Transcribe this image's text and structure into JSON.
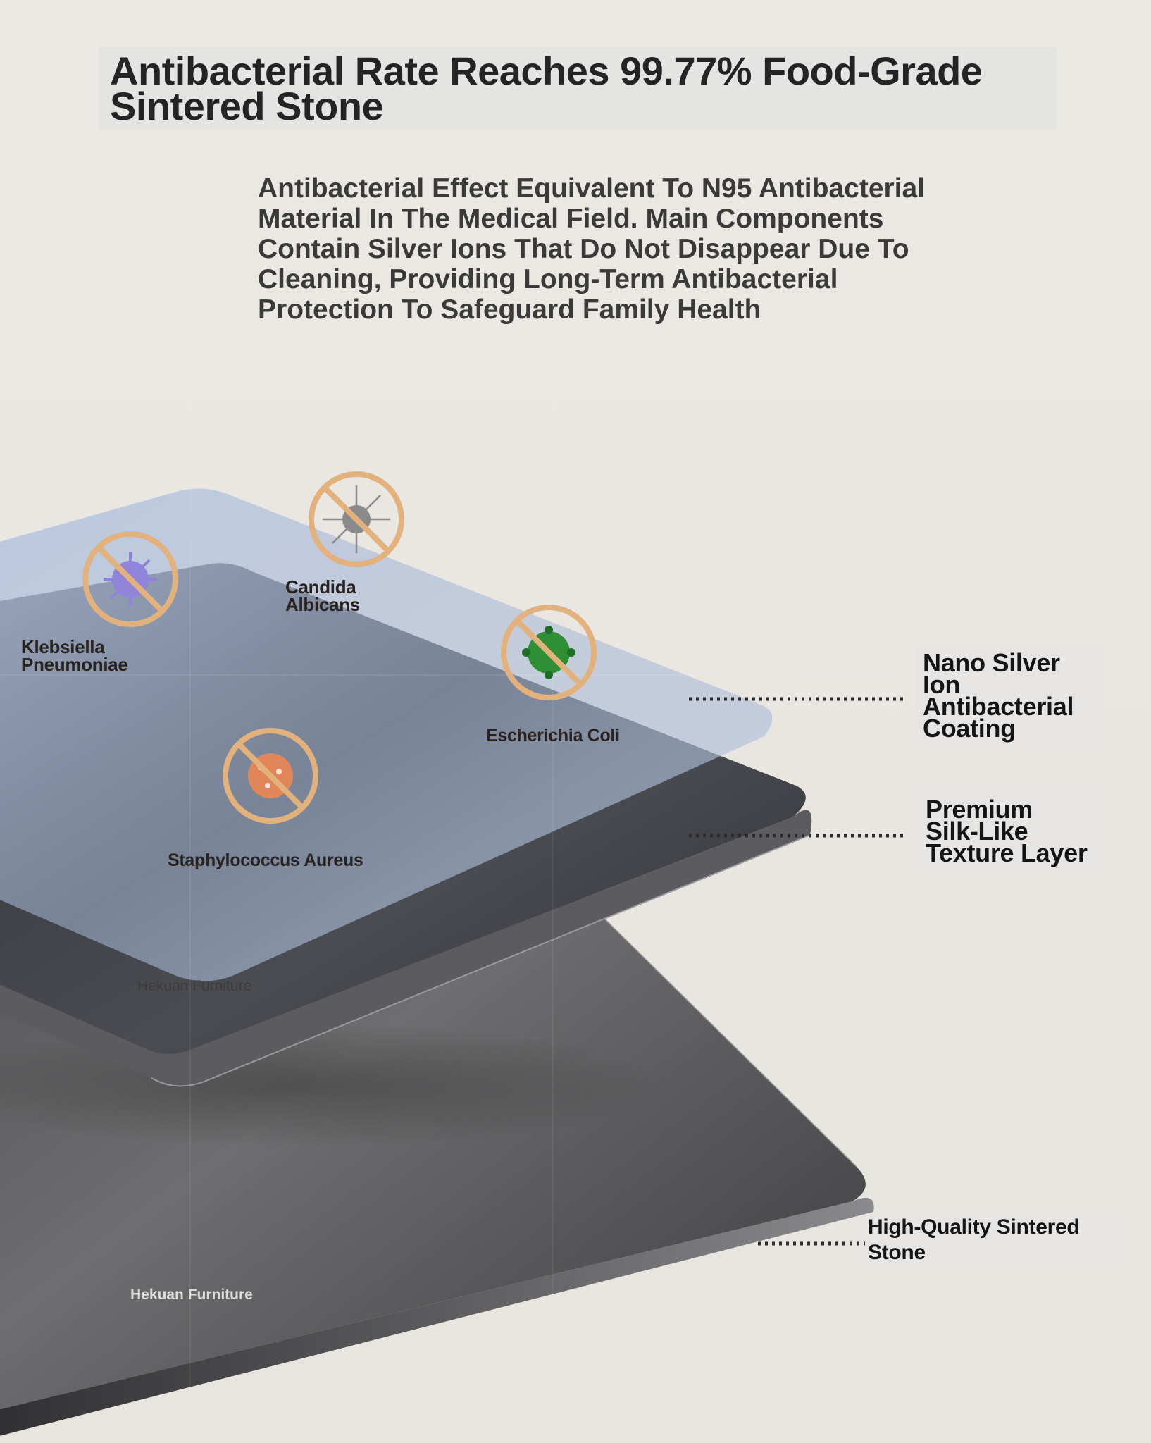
{
  "header": {
    "title_line1": "Antibacterial Rate Reaches 99.77% Food-Grade",
    "title_line2": "Sintered Stone"
  },
  "description": {
    "lines": [
      "Antibacterial Effect Equivalent To N95 Antibacterial",
      "Material In The Medical Field. Main Components",
      "Contain Silver Ions That Do Not Disappear Due To",
      "Cleaning, Providing Long-Term Antibacterial",
      "Protection To Safeguard Family Health"
    ]
  },
  "bacteria": [
    {
      "line1": "Klebsiella",
      "line2": "Pneumoniae",
      "icon": "purple-virus-icon",
      "color": "#8f84d9"
    },
    {
      "line1": "Candida",
      "line2": "Albicans",
      "icon": "gray-virus-icon",
      "color": "#8a8a8a"
    },
    {
      "line1": "Escherichia Coli",
      "line2": "",
      "icon": "green-virus-icon",
      "color": "#2f8f35"
    },
    {
      "line1": "Staphylococcus Aureus",
      "line2": "",
      "icon": "orange-virus-icon",
      "color": "#e08659"
    }
  ],
  "layers": {
    "coating": [
      "Nano Silver",
      "Ion",
      "Antibacterial",
      "Coating"
    ],
    "texture": [
      "Premium",
      "Silk-Like",
      "Texture Layer"
    ],
    "stone": [
      "High-Quality Sintered",
      "Stone"
    ]
  },
  "watermarks": {
    "upper": "Hekuan Furniture",
    "lower": "Hekuan Furniture"
  },
  "colors": {
    "ban_ring": "#e2b17c",
    "coating_blue": "#a9b9d6",
    "slab_dark": "#3a3a3c"
  }
}
